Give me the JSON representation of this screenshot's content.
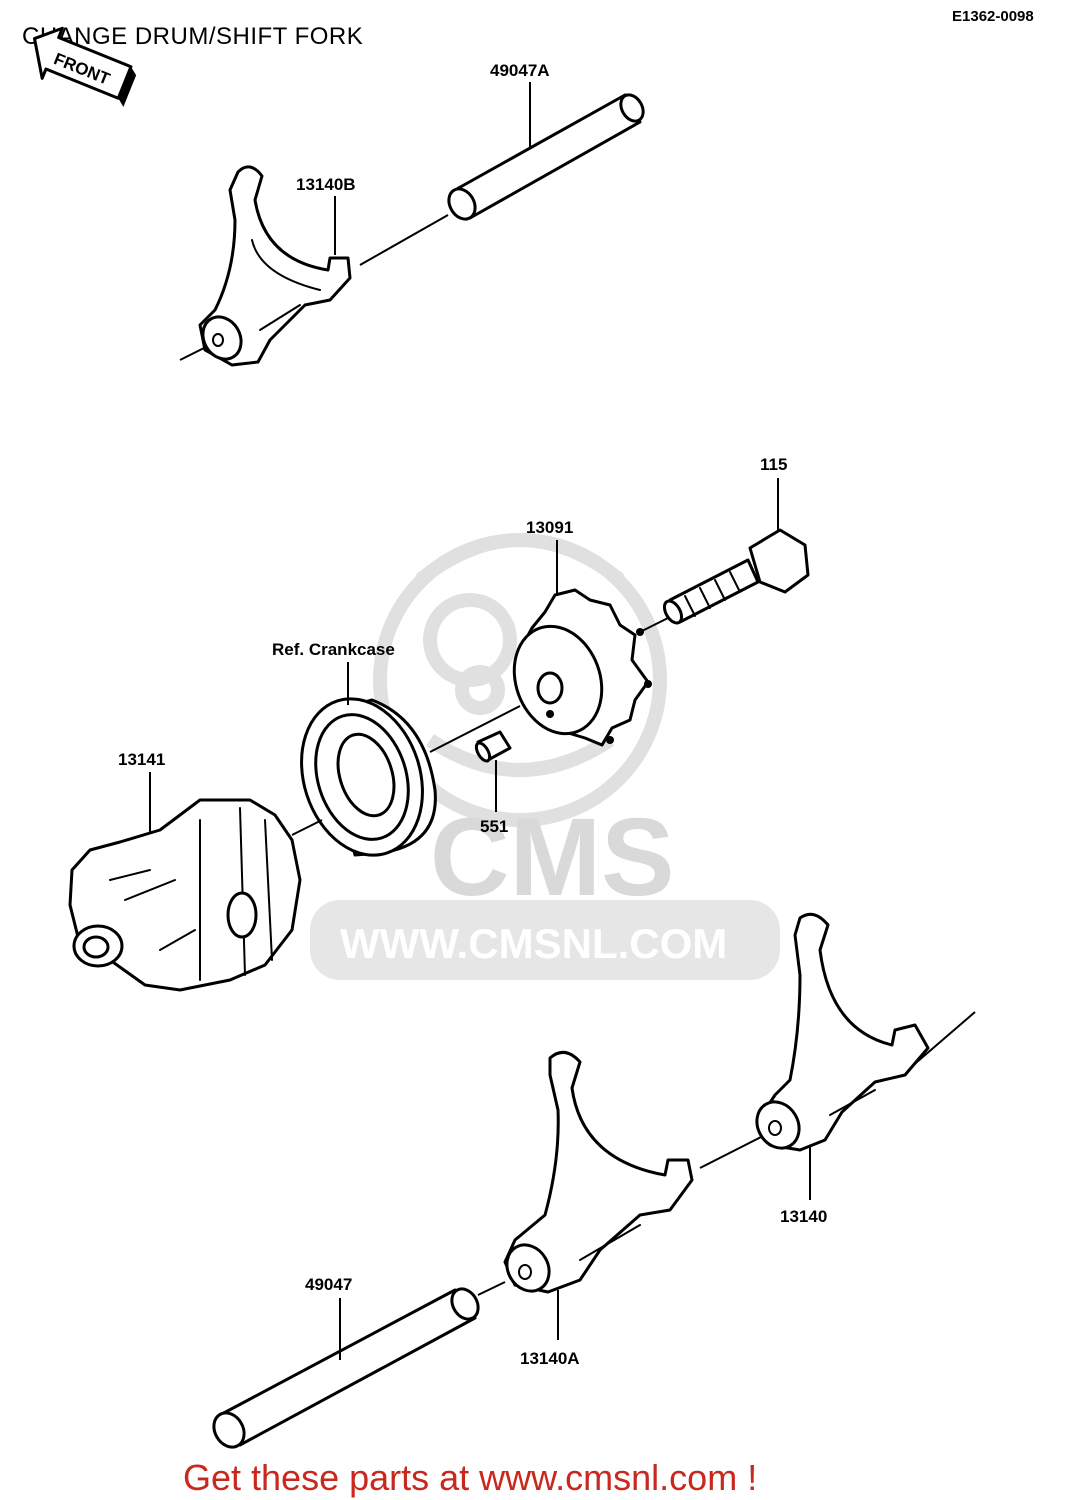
{
  "title": "CHANGE DRUM/SHIFT FORK",
  "diagram_code": "E1362-0098",
  "front_marker": "FRONT",
  "parts": {
    "p49047A": "49047A",
    "p13140B": "13140B",
    "p115": "115",
    "p13091": "13091",
    "ref_crankcase": "Ref. Crankcase",
    "p13141": "13141",
    "p551": "551",
    "p13140": "13140",
    "p49047": "49047",
    "p13140A": "13140A"
  },
  "watermark": {
    "brand": "CMS",
    "url": "WWW.CMSNL.COM"
  },
  "footer_link": "Get these parts at www.cmsnl.com !",
  "colors": {
    "footer": "#c8281e",
    "watermark": "#d9d9d9"
  }
}
